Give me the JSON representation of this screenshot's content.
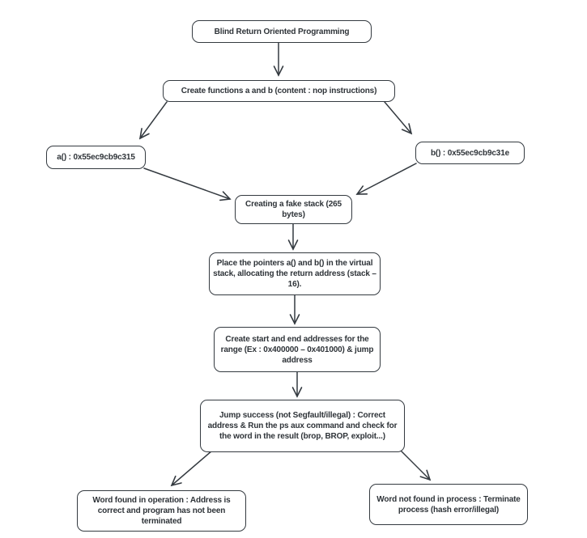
{
  "diagram": {
    "title": "Blind Return Oriented Programming flowchart",
    "colors": {
      "stroke": "#343a40",
      "text": "#2e3338",
      "background": "#ffffff"
    },
    "nodes": {
      "brop": {
        "label": "Blind Return Oriented Programming"
      },
      "create_functions": {
        "label": "Create functions a and b (content : nop instructions)"
      },
      "func_a": {
        "label": "a() : 0x55ec9cb9c315"
      },
      "func_b": {
        "label": "b() : 0x55ec9cb9c31e"
      },
      "fake_stack": {
        "label": "Creating a fake stack (265 bytes)"
      },
      "place_pointers": {
        "label": "Place the pointers a() and b() in the virtual stack, allocating the return address (stack – 16)."
      },
      "addresses": {
        "label": "Create start and end addresses for the range (Ex : 0x400000 – 0x401000) & jump address"
      },
      "jump_success": {
        "label": "Jump success (not Segfault/illegal)  : Correct address &  Run the ps aux command and check for the word in the result (brop, BROP, exploit...)"
      },
      "word_found": {
        "label": "Word found in operation  : Address is correct and program has not been terminated"
      },
      "word_not_found": {
        "label": "Word not found in process  : Terminate process (hash error/illegal)"
      }
    },
    "edges": [
      {
        "from": "brop",
        "to": "create_functions"
      },
      {
        "from": "create_functions",
        "to": "func_a"
      },
      {
        "from": "create_functions",
        "to": "func_b"
      },
      {
        "from": "func_a",
        "to": "fake_stack"
      },
      {
        "from": "func_b",
        "to": "fake_stack"
      },
      {
        "from": "fake_stack",
        "to": "place_pointers"
      },
      {
        "from": "place_pointers",
        "to": "addresses"
      },
      {
        "from": "addresses",
        "to": "jump_success"
      },
      {
        "from": "jump_success",
        "to": "word_found"
      },
      {
        "from": "jump_success",
        "to": "word_not_found"
      }
    ]
  }
}
